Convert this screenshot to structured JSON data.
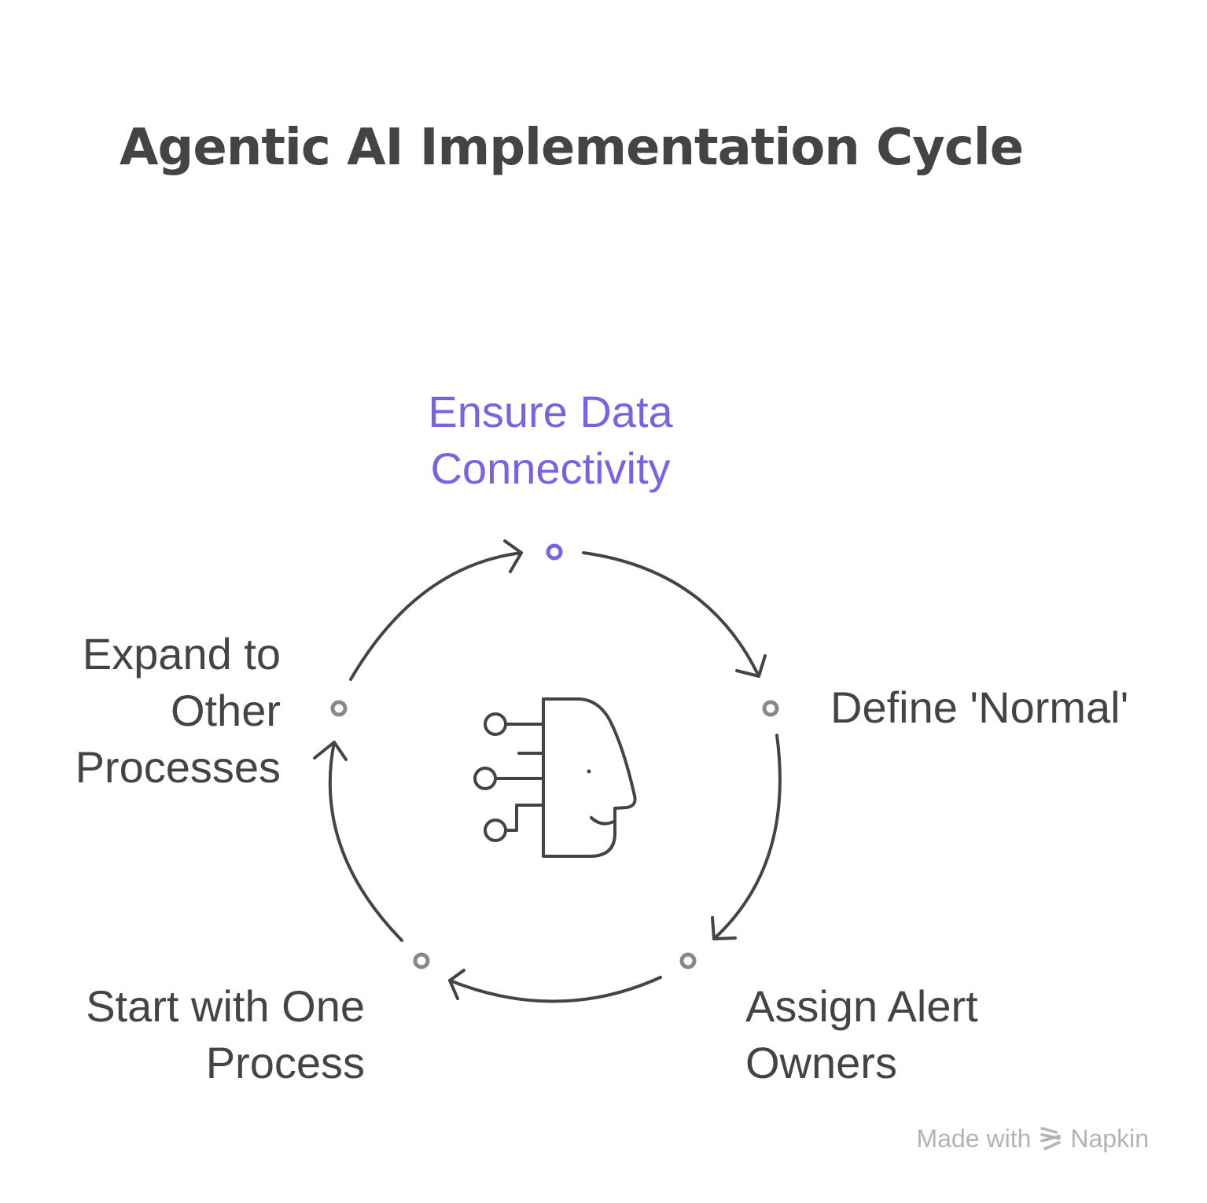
{
  "title": "Agentic AI Implementation Cycle",
  "accent_color": "#7b61e3",
  "text_color": "#444444",
  "center_icon": "ai-head-circuit-icon",
  "steps": [
    {
      "lines": [
        "Ensure Data",
        "Connectivity"
      ],
      "highlighted": true
    },
    {
      "lines": [
        "Define 'Normal'"
      ],
      "highlighted": false
    },
    {
      "lines": [
        "Assign Alert",
        "Owners"
      ],
      "highlighted": false
    },
    {
      "lines": [
        "Start with One",
        "Process"
      ],
      "highlighted": false
    },
    {
      "lines": [
        "Expand to",
        "Other",
        "Processes"
      ],
      "highlighted": false
    }
  ],
  "watermark": {
    "prefix": "Made with",
    "brand": "Napkin",
    "icon": "napkin-logo-icon"
  }
}
